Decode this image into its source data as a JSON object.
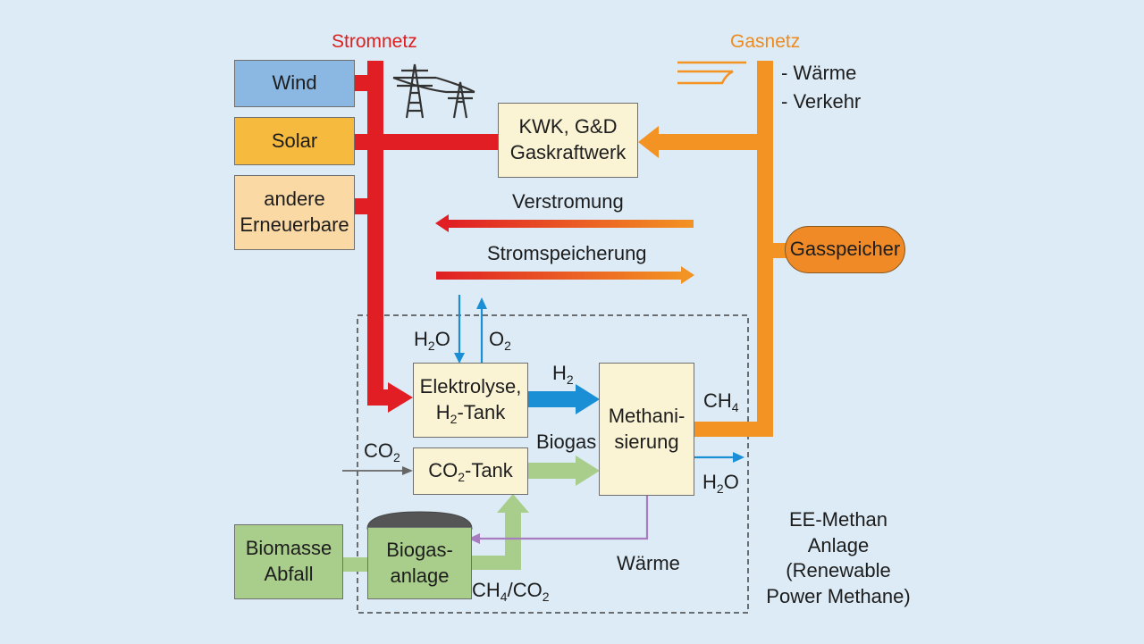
{
  "grids": {
    "power_grid": "Stromnetz",
    "gas_grid": "Gasnetz"
  },
  "gas_uses": [
    "- Wärme",
    "- Verkehr"
  ],
  "sources": {
    "wind": "Wind",
    "solar": "Solar",
    "other_line1": "andere",
    "other_line2": "Erneuerbare"
  },
  "chp": {
    "line1": "KWK, G&D",
    "line2": "Gaskraftwerk"
  },
  "flows": {
    "reconversion": "Verstromung",
    "power_storage": "Stromspeicherung",
    "heat": "Wärme",
    "biogas": "Biogas"
  },
  "storage": "Gasspeicher",
  "electrolysis": {
    "line1": "Elektrolyse,",
    "line2_pre": "H",
    "line2_sub": "2",
    "line2_post": "-Tank"
  },
  "co2_tank": {
    "pre": "CO",
    "sub": "2",
    "post": "-Tank"
  },
  "methanation": {
    "line1": "Methani-",
    "line2": "sierung"
  },
  "biomass": {
    "line1": "Biomasse",
    "line2": "Abfall"
  },
  "biogas_plant": {
    "line1": "Biogas-",
    "line2": "anlage"
  },
  "chem": {
    "h2o_in": {
      "base": "H",
      "sub": "2",
      "post": "O"
    },
    "o2_out": {
      "base": "O",
      "sub": "2"
    },
    "h2": {
      "base": "H",
      "sub": "2"
    },
    "ch4": {
      "base": "CH",
      "sub": "4"
    },
    "h2o_out": {
      "base": "H",
      "sub": "2",
      "post": "O"
    },
    "co2_in": {
      "base": "CO",
      "sub": "2"
    },
    "ch4_co2": {
      "base1": "CH",
      "sub1": "4",
      "mid": "/CO",
      "sub2": "2"
    }
  },
  "plant_caption": [
    "EE-Methan",
    "Anlage",
    "(Renewable",
    "Power Methane)"
  ],
  "colors": {
    "power": "#e01e24",
    "gas": "#f39323",
    "water": "#1a8fd6",
    "heat": "#a77dc0",
    "biomass": "#a9cd8b",
    "wind": "#8ab8e2",
    "solar": "#f6bb3e",
    "neutral_box": "#fbf4d4"
  }
}
